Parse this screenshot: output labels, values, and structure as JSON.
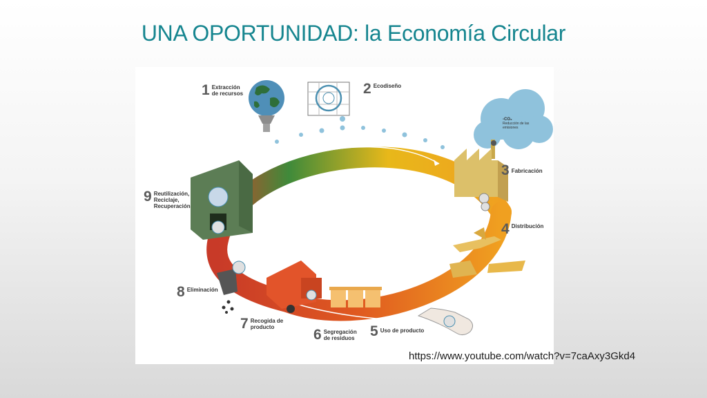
{
  "slide": {
    "title": "UNA OPORTUNIDAD: la Economía Circular",
    "link": "https://www.youtube.com/watch?v=7caAxy3Gkd4"
  },
  "diagram": {
    "steps": [
      {
        "number": "1",
        "label": "Extracción de recursos"
      },
      {
        "number": "2",
        "label": "Ecodiseño"
      },
      {
        "number": "3",
        "label": "Fabricación"
      },
      {
        "number": "4",
        "label": "Distribución"
      },
      {
        "number": "5",
        "label": "Uso de producto"
      },
      {
        "number": "6",
        "label": "Segregación de residuos"
      },
      {
        "number": "7",
        "label": "Recogida de producto"
      },
      {
        "number": "8",
        "label": "Eliminación"
      },
      {
        "number": "9",
        "label": "Reutilización, Reciclaje, Recuperación"
      }
    ],
    "cloud": {
      "title": "-CO₂",
      "text": "Reducción de las emisiones"
    },
    "colors": {
      "ring_start": "#c8442a",
      "ring_mid": "#f2c318",
      "ring_green": "#3f8a3a",
      "cloud": "#8fc2dc",
      "factory": "#dcc06a",
      "recycle_house": "#5c7d55"
    }
  }
}
